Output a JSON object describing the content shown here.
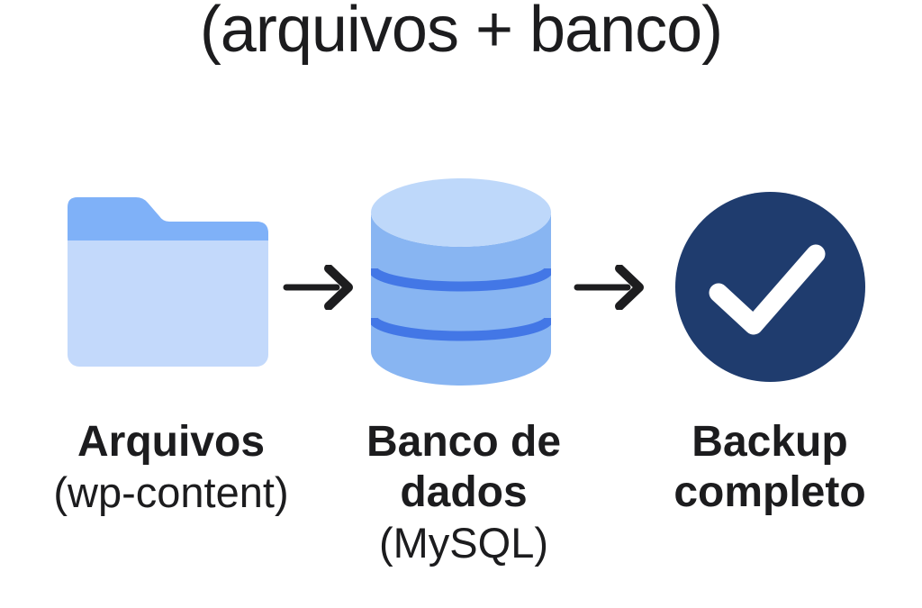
{
  "title": "(arquivos + banco)",
  "steps": [
    {
      "icon": "folder-icon",
      "label": "Arquivos",
      "sublabel": "(wp-content)"
    },
    {
      "icon": "database-icon",
      "label": "Banco de dados",
      "sublabel": "(MySQL)"
    },
    {
      "icon": "check-circle-icon",
      "label": "Backup completo",
      "sublabel": ""
    }
  ],
  "connectors": [
    "arrow-right",
    "arrow-right"
  ],
  "colors": {
    "background": "#ffffff",
    "text": "#1c1c1e",
    "arrow": "#1d1d1f",
    "folder_tab": "#7fb1f8",
    "folder_body": "#c3d9fb",
    "db_top": "#bed8fa",
    "db_body": "#88b5f2",
    "db_stripe": "#4377e6",
    "check_circle": "#1f3c6e",
    "check_mark": "#ffffff"
  }
}
